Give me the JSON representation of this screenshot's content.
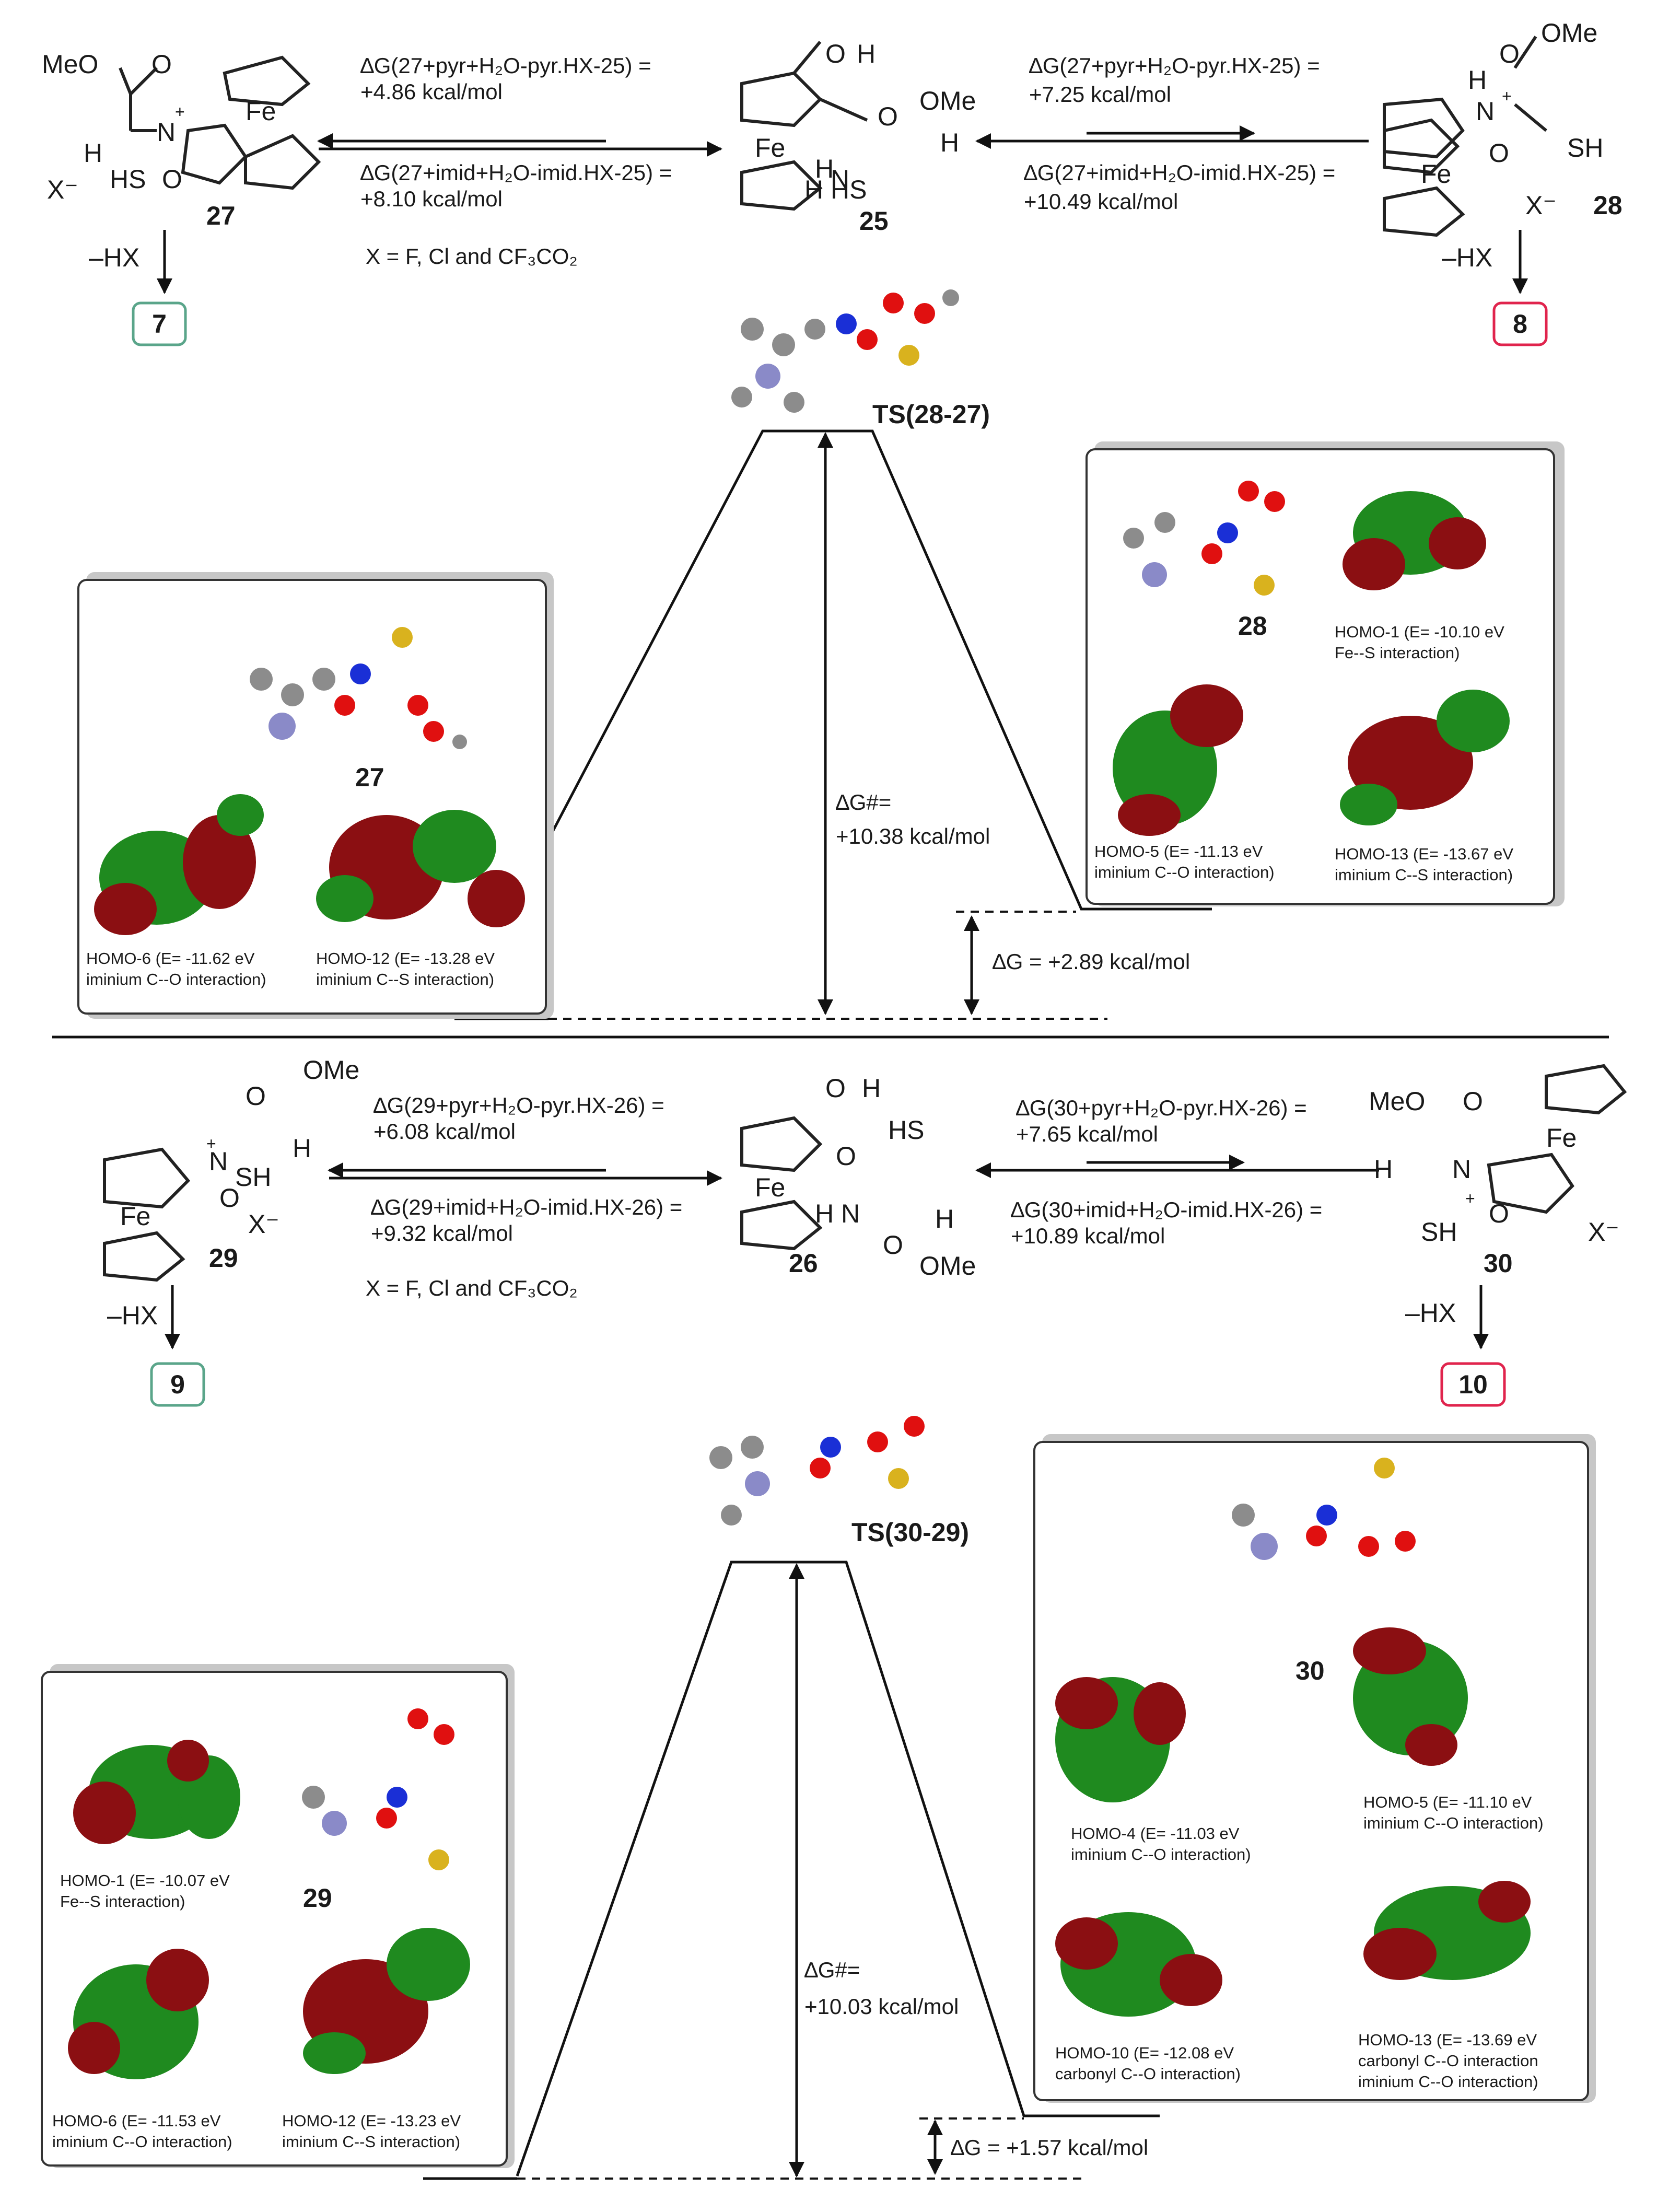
{
  "top": {
    "compound_25": "25",
    "compound_27": "27",
    "compound_28": "28",
    "prod_7": "7",
    "prod_8": "8",
    "minus_hx_left": "–HX",
    "minus_hx_right": "–HX",
    "counter_ion": "X⁻",
    "fe": "Fe",
    "meo": "MeO",
    "ome": "OMe",
    "sh": "SH",
    "hs": "HS",
    "eq_left_pyr_1": "∆G(27+pyr+H₂O-pyr.HX-25) =",
    "eq_left_pyr_2": "+4.86 kcal/mol",
    "eq_left_imid_1": "∆G(27+imid+H₂O-imid.HX-25) =",
    "eq_left_imid_2": "+8.10 kcal/mol",
    "x_def": "X = F, Cl and CF₃CO₂",
    "eq_right_pyr_1": "∆G(27+pyr+H₂O-pyr.HX-25) =",
    "eq_right_pyr_2": "+7.25 kcal/mol",
    "eq_right_imid_1": "∆G(27+imid+H₂O-imid.HX-25) =",
    "eq_right_imid_2": "+10.49 kcal/mol",
    "ts_label": "TS(28-27)",
    "dg_barrier_1": "∆G#=",
    "dg_barrier_2": "+10.38 kcal/mol",
    "dg_reaction": "∆G = +2.89 kcal/mol",
    "box27": {
      "label": "27",
      "cap1_l1": "HOMO-6 (E= -11.62 eV",
      "cap1_l2": "iminium C--O interaction)",
      "cap2_l1": "HOMO-12 (E= -13.28 eV",
      "cap2_l2": "iminium C--S interaction)"
    },
    "box28": {
      "label": "28",
      "cap1_l1": "HOMO-1 (E= -10.10 eV",
      "cap1_l2": "Fe--S interaction)",
      "cap2_l1": "HOMO-5 (E= -11.13 eV",
      "cap2_l2": "iminium C--O interaction)",
      "cap3_l1": "HOMO-13 (E= -13.67 eV",
      "cap3_l2": "iminium C--S interaction)"
    }
  },
  "bottom": {
    "compound_26": "26",
    "compound_29": "29",
    "compound_30": "30",
    "prod_9": "9",
    "prod_10": "10",
    "minus_hx_left": "–HX",
    "minus_hx_right": "–HX",
    "counter_ion": "X⁻",
    "fe": "Fe",
    "meo": "MeO",
    "ome": "OMe",
    "sh": "SH",
    "hs": "HS",
    "eq_left_pyr_1": "∆G(29+pyr+H₂O-pyr.HX-26) =",
    "eq_left_pyr_2": "+6.08 kcal/mol",
    "eq_left_imid_1": "∆G(29+imid+H₂O-imid.HX-26) =",
    "eq_left_imid_2": "+9.32 kcal/mol",
    "x_def": "X = F, Cl and CF₃CO₂",
    "eq_right_pyr_1": "∆G(30+pyr+H₂O-pyr.HX-26) =",
    "eq_right_pyr_2": "+7.65 kcal/mol",
    "eq_right_imid_1": "∆G(30+imid+H₂O-imid.HX-26) =",
    "eq_right_imid_2": "+10.89 kcal/mol",
    "ts_label": "TS(30-29)",
    "dg_barrier_1": "∆G#=",
    "dg_barrier_2": "+10.03 kcal/mol",
    "dg_reaction": "∆G = +1.57 kcal/mol",
    "box29": {
      "label": "29",
      "cap1_l1": "HOMO-1 (E= -10.07 eV",
      "cap1_l2": "Fe--S interaction)",
      "cap2_l1": "HOMO-6 (E= -11.53 eV",
      "cap2_l2": "iminium C--O interaction)",
      "cap3_l1": "HOMO-12 (E= -13.23 eV",
      "cap3_l2": "iminium C--S interaction)"
    },
    "box30": {
      "label": "30",
      "cap1_l1": "HOMO-4 (E= -11.03 eV",
      "cap1_l2": "iminium C--O interaction)",
      "cap2_l1": "HOMO-5 (E= -11.10 eV",
      "cap2_l2": "iminium C--O interaction)",
      "cap3_l1": "HOMO-10 (E= -12.08 eV",
      "cap3_l2": "carbonyl C--O interaction)",
      "cap4_l1": "HOMO-13 (E= -13.69 eV",
      "cap4_l2": "carbonyl C--O interaction",
      "cap4_l3": "iminium C--O interaction)"
    }
  },
  "colors": {
    "orbital_red": "#8b0f12",
    "orbital_green": "#1f8a1f",
    "box7_border": "#5aa58a",
    "box8_border": "#e0244d",
    "atom_carbon": "#8c8c8c",
    "atom_oxygen": "#e01010",
    "atom_nitrogen": "#1a2fd6",
    "atom_sulfur": "#d9b21e",
    "atom_iron": "#8a8ac8"
  }
}
